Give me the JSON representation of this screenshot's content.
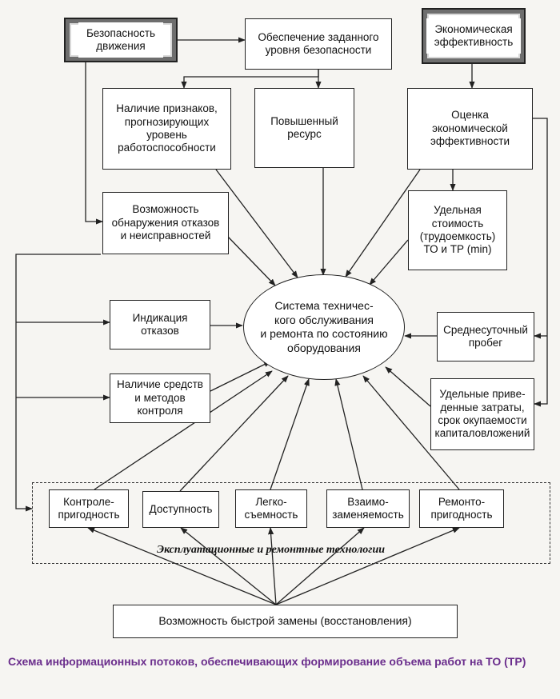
{
  "boxes": {
    "traffic_safety": "Безопасность\nдвижения",
    "safety_level": "Обеспечение заданного\nуровня безопасности",
    "economic_efficiency": "Экономическая\nэффективность",
    "predictive_signs": "Наличие признаков,\nпрогнозирующих\nуровень\nработоспособности",
    "increased_resource": "Повышенный\nресурс",
    "efficiency_assessment": "Оценка\nэкономической\nэффективности",
    "failure_detection": "Возможность\nобнаружения отказов\nи  неисправностей",
    "unit_cost": "Удельная\nстоимость\n(трудоемкость)\nТО и  ТР (min)",
    "failure_indication": "Индикация\nотказов",
    "daily_mileage": "Среднесуточный\nпробег",
    "control_means": "Наличие средств\nи  методов\nконтроля",
    "reduced_costs": "Удельные приве-\nденные затраты,\nсрок окупаемости\nкапиталовложений",
    "controllability": "Контроле-\nпригодность",
    "accessibility": "Доступность",
    "ease_of_removal": "Легко-\nсъемность",
    "interchangeability": "Взаимо-\nзаменяемость",
    "repairability": "Ремонто-\nпригодность",
    "quick_replacement": "Возможность быстрой замены (восстановления)"
  },
  "center": "Система техничес-\nкого обслуживания\nи  ремонта по состоянию\nоборудования",
  "group_label": "Эксплуатационные и ремонтные технологии",
  "caption": "Схема информационных потоков, обеспечивающих формирование объема работ на ТО (ТР)",
  "colors": {
    "caption": "#6a2d8c",
    "lines": "#222222"
  }
}
